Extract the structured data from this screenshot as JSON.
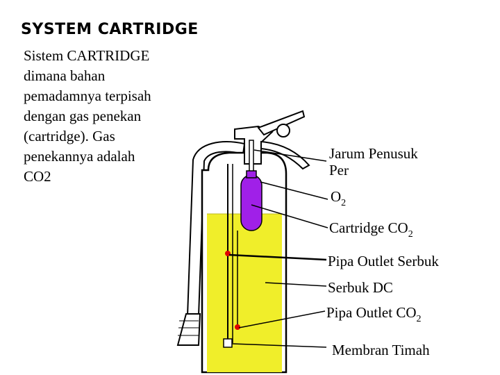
{
  "title": "SYSTEM CARTRIDGE",
  "description_lines": [
    "Sistem CARTRIDGE",
    "dimana bahan",
    "pemadamnya terpisah",
    "dengan gas penekan",
    "(cartridge). Gas",
    "penekannya adalah",
    "CO2"
  ],
  "labels": {
    "jarum_line1": "Jarum Penusuk",
    "jarum_line2": "Per",
    "o2_main": "O",
    "o2_sub": "2",
    "cartridge_main": "Cartridge CO",
    "cartridge_sub": "2",
    "pipa_serbuk": "Pipa Outlet Serbuk",
    "serbuk_dc": "Serbuk DC",
    "pipa_co2_main": "Pipa Outlet CO",
    "pipa_co2_sub": "2",
    "membran": "Membran Timah"
  },
  "colors": {
    "powder": "#f0ee2a",
    "cartridge": "#a020e8",
    "outline": "#000000",
    "marker": "#e00000"
  }
}
